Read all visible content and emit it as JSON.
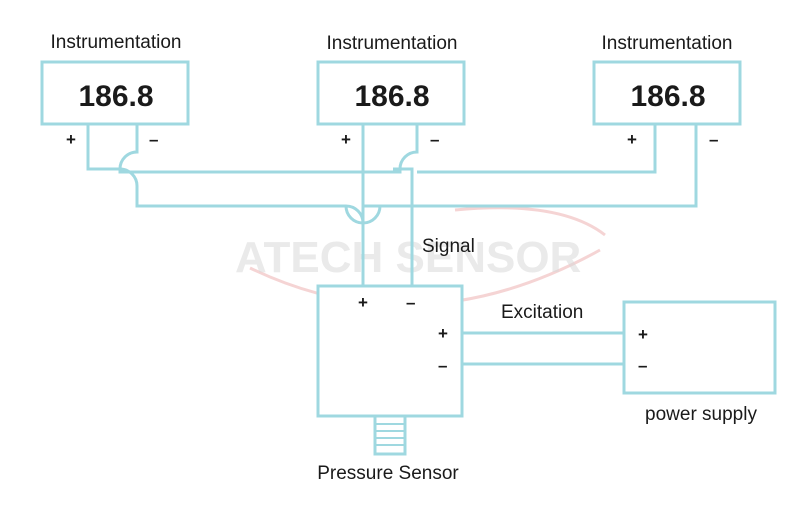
{
  "instruments": [
    {
      "label": "Instrumentation",
      "reading": "186.8",
      "plus": "+",
      "minus": "–"
    },
    {
      "label": "Instrumentation",
      "reading": "186.8",
      "plus": "+",
      "minus": "–"
    },
    {
      "label": "Instrumentation",
      "reading": "186.8",
      "plus": "+",
      "minus": "–"
    }
  ],
  "sensor": {
    "label": "Pressure Sensor",
    "signal_plus": "+",
    "signal_minus": "–",
    "excitation_plus": "+",
    "excitation_minus": "–"
  },
  "power_supply": {
    "label": "power supply",
    "plus": "+",
    "minus": "–"
  },
  "wire_labels": {
    "signal": "Signal",
    "excitation": "Excitation"
  },
  "watermark": "ATECH SENSOR",
  "colors": {
    "wire": "#9fd8e0",
    "text": "#1a1a1a",
    "watermark": "#d9d9d9",
    "watermark_arc": "#f2c9c9"
  }
}
